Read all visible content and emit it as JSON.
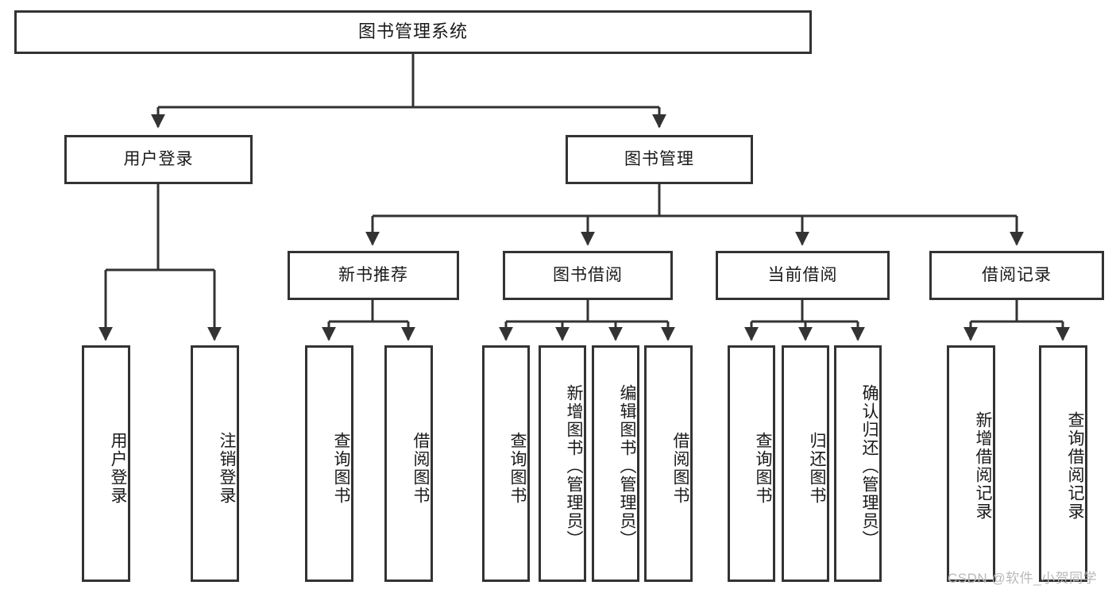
{
  "diagram": {
    "title": "图书管理系统",
    "type": "tree-hierarchy",
    "root": {
      "label": "图书管理系统"
    },
    "level2": [
      {
        "label": "用户登录"
      },
      {
        "label": "图书管理"
      }
    ],
    "level3": [
      {
        "label": "新书推荐"
      },
      {
        "label": "图书借阅"
      },
      {
        "label": "当前借阅"
      },
      {
        "label": "借阅记录"
      }
    ],
    "leaves": {
      "user_login": [
        {
          "label": "用户登录"
        },
        {
          "label": "注销登录"
        }
      ],
      "new_book_recommend": [
        {
          "label": "查询图书"
        },
        {
          "label": "借阅图书"
        }
      ],
      "book_borrow": [
        {
          "label": "查询图书"
        },
        {
          "label": "新增图书（管理员）"
        },
        {
          "label": "编辑图书（管理员）"
        },
        {
          "label": "借阅图书"
        }
      ],
      "current_borrow": [
        {
          "label": "查询图书"
        },
        {
          "label": "归还图书"
        },
        {
          "label": "确认归还（管理员）"
        }
      ],
      "borrow_record": [
        {
          "label": "新增借阅记录"
        },
        {
          "label": "查询借阅记录"
        }
      ]
    },
    "watermark": "CSDN @软件_小贺同学",
    "colors": {
      "border": "#333333",
      "background": "#ffffff",
      "text": "#1a1a1a",
      "watermark": "#b9b9b9"
    }
  }
}
